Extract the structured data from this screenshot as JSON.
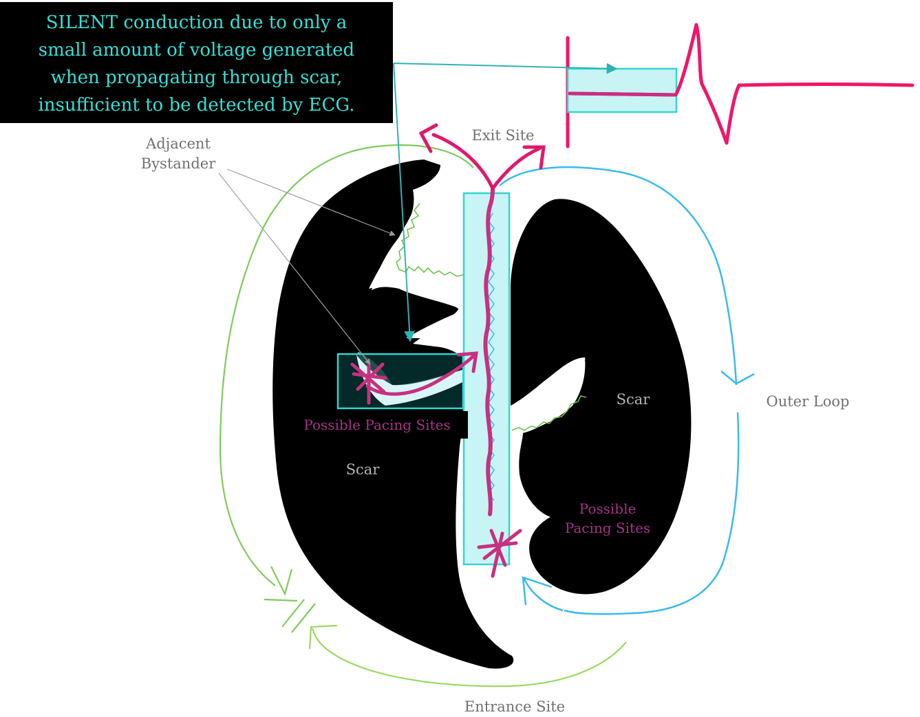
{
  "callout": {
    "lines": [
      "SILENT conduction due to only a",
      "small amount of voltage generated",
      "when propagating through scar,",
      "insufficient to be detected by ECG."
    ]
  },
  "labels": {
    "exit_site": "Exit Site",
    "entrance_site": "Entrance Site",
    "outer_loop": "Outer Loop",
    "adjacent_line1": "Adjacent",
    "adjacent_line2": "Bystander",
    "scar_left": "Scar",
    "scar_right": "Scar",
    "pacing_left": "Possible Pacing Sites",
    "pacing_right_line1": "Possible",
    "pacing_right_line2": "Pacing Sites"
  },
  "colors": {
    "callout_bg": "#000000",
    "callout_text": "#35e0d8",
    "ecg_trace": "#f0166a",
    "propagation": "#c8307f",
    "channel_box": "#33d6d0",
    "channel_fill": "#c8f4f6",
    "outer_loop_blue": "#38baf0",
    "outer_loop_green": "#7ecb5a",
    "scar": "#000000"
  }
}
